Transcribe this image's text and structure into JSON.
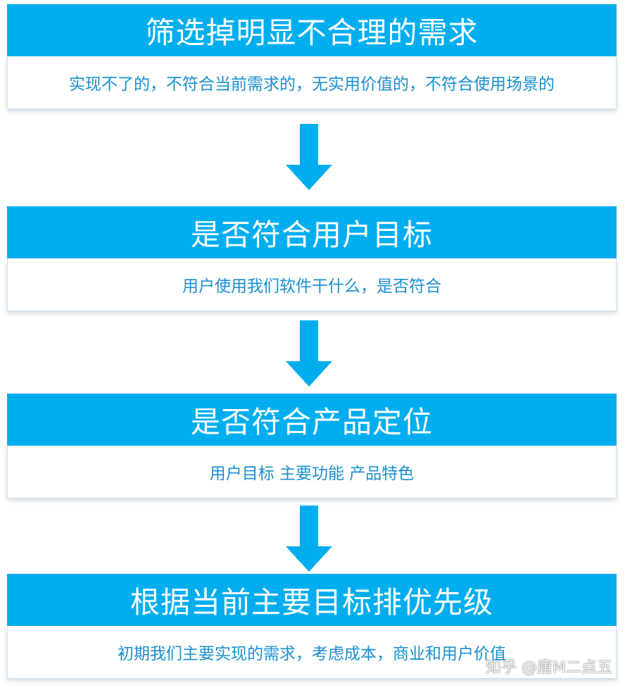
{
  "colors": {
    "header_bg": "#00AEEF",
    "header_text": "#FFFFFF",
    "body_text": "#1A8FD0",
    "arrow": "#00AEEF"
  },
  "steps": [
    {
      "title": "筛选掉明显不合理的需求",
      "desc": "实现不了的，不符合当前需求的，无实用价值的，不符合使用场景的"
    },
    {
      "title": "是否符合用户目标",
      "desc": "用户使用我们软件干什么，是否符合"
    },
    {
      "title": "是否符合产品定位",
      "desc": "用户目标 主要功能 产品特色"
    },
    {
      "title": "根据当前主要目标排优先级",
      "desc": "初期我们主要实现的需求，考虑成本，商业和用户价值"
    }
  ],
  "watermark": "知乎 @唐M二点五"
}
